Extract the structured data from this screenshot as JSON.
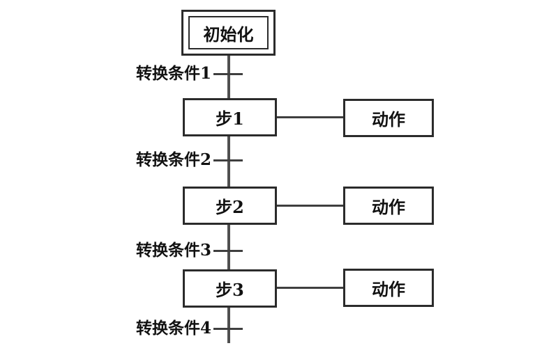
{
  "diagram": {
    "type": "sequential-function-chart",
    "colors": {
      "background": "#ffffff",
      "line": "#4f4f4f",
      "border": "#2b2b2b",
      "text": "#111111"
    },
    "initial_step": {
      "label": "初始化"
    },
    "steps": [
      {
        "label": "步1",
        "action": "动作"
      },
      {
        "label": "步2",
        "action": "动作"
      },
      {
        "label": "步3",
        "action": "动作"
      }
    ],
    "transitions": [
      {
        "label": "转换条件1"
      },
      {
        "label": "转换条件2"
      },
      {
        "label": "转换条件3"
      },
      {
        "label": "转换条件4"
      }
    ]
  }
}
